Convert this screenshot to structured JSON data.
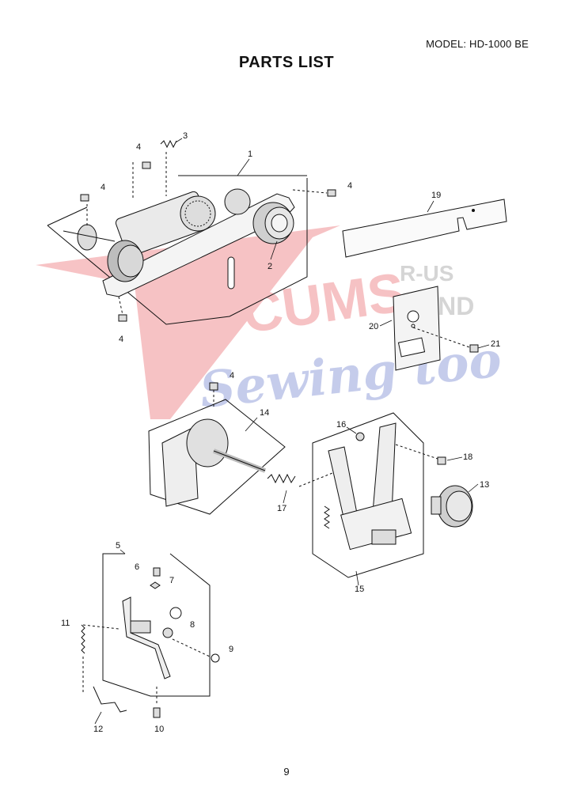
{
  "header": {
    "model": "MODEL: HD-1000 BE",
    "title": "PARTS LIST"
  },
  "footer": {
    "page_number": "9"
  },
  "watermark": {
    "line1": "ACCUMS",
    "line2": "R-US",
    "line3": "AND",
    "line4": "Sewing too",
    "color_red": "#e8545a",
    "color_blue": "#5b6fc8",
    "color_gray": "#8a8a8a"
  },
  "callouts": [
    "1",
    "2",
    "3",
    "4",
    "4",
    "4",
    "4",
    "4",
    "4",
    "5",
    "6",
    "7",
    "8",
    "9",
    "10",
    "11",
    "12",
    "13",
    "14",
    "15",
    "16",
    "17",
    "18",
    "19",
    "20",
    "21"
  ]
}
